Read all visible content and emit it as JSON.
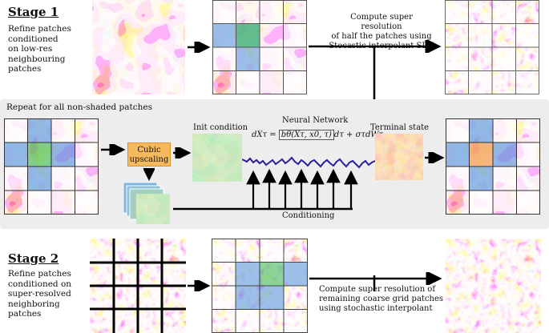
{
  "stage1": {
    "title": "Stage 1",
    "description": [
      "Refine patches",
      "conditioned",
      "on low-res",
      "neighbouring",
      "patches"
    ]
  },
  "stage1_note": [
    "Compute super resolution",
    "of half the patches using",
    "Stocastic interpolant SDE"
  ],
  "repeat_label": "Repeat for all non-shaded patches",
  "cubic_label": [
    "Cubic",
    "upscaling"
  ],
  "init_label": "Init condition",
  "nn_label": "Neural Network",
  "terminal_label": "Terminal state",
  "conditioning_label": "Conditioning",
  "equation": {
    "lhs": "dXτ = ",
    "boxed": "bθ(Xτ, x0, τ)",
    "rhs": "dτ + στdWτ"
  },
  "stage2": {
    "title": "Stage 2",
    "description": [
      "Refine patches",
      "conditioned on",
      "super-resolved",
      "neighboring",
      "patches"
    ]
  },
  "stage2_note": [
    "Compute super resolution of",
    "remaining coarse grid patches",
    "using stochastic interpolant"
  ],
  "colors": {
    "shade_blue": "#4a8ed8",
    "shade_green": "#3dbb5a",
    "path": "#2a1f9a",
    "cubic_box": "#f6b95b",
    "band": "#ededed"
  }
}
